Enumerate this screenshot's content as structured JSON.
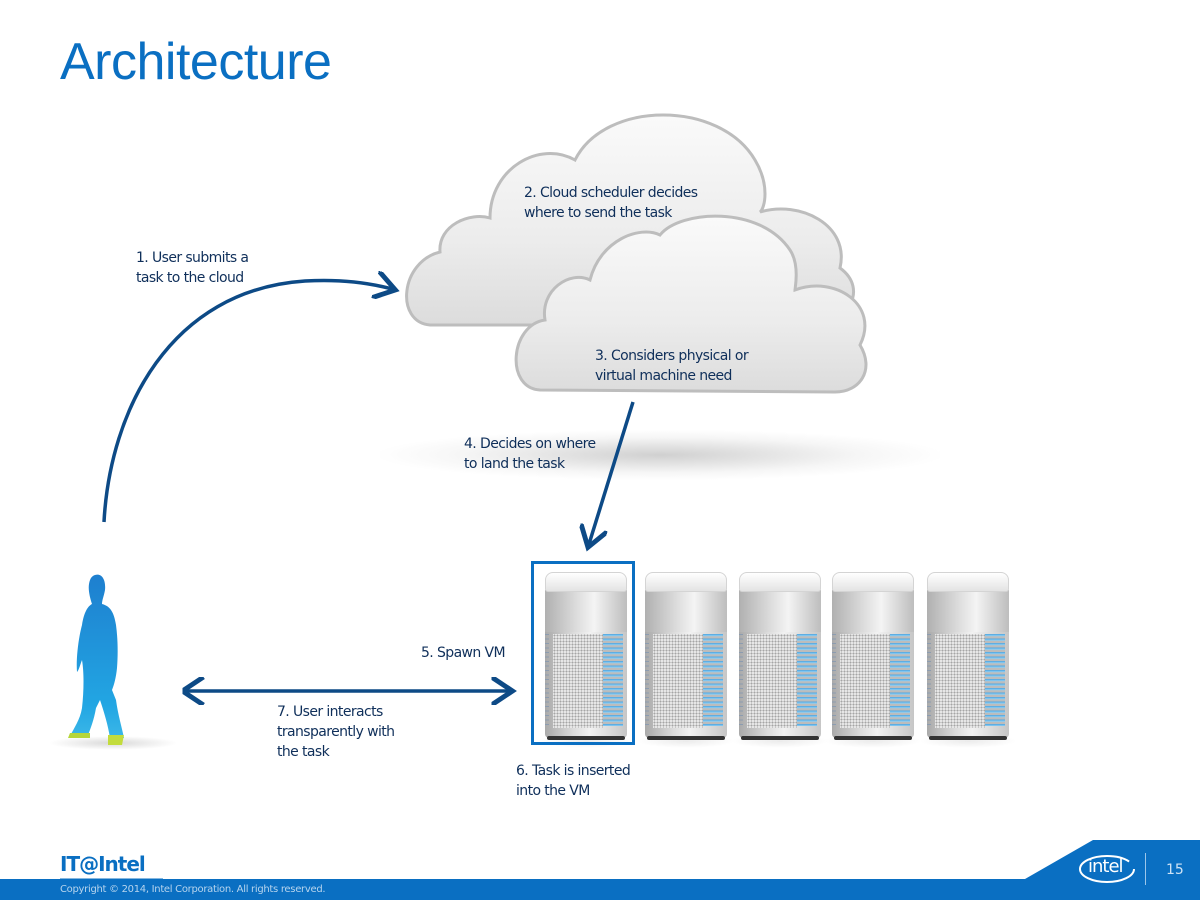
{
  "slide": {
    "title": "Architecture",
    "page_number": "15"
  },
  "steps": [
    {
      "id": 1,
      "text": "1. User submits a\ntask to the cloud"
    },
    {
      "id": 2,
      "text": "2. Cloud scheduler decides\nwhere to send the task"
    },
    {
      "id": 3,
      "text": "3. Considers physical or\nvirtual machine need"
    },
    {
      "id": 4,
      "text": "4. Decides on where\nto land the task"
    },
    {
      "id": 5,
      "text": "5. Spawn VM"
    },
    {
      "id": 6,
      "text": "6. Task is inserted\ninto the VM"
    },
    {
      "id": 7,
      "text": "7. User interacts\ntransparently with\nthe task"
    }
  ],
  "diagram": {
    "nodes": [
      {
        "name": "user",
        "icon": "person-silhouette-icon"
      },
      {
        "name": "cloud-scheduler",
        "icon": "cloud-icon"
      },
      {
        "name": "cloud-resources",
        "icon": "cloud-icon"
      },
      {
        "name": "server-rack",
        "icon": "server-icon",
        "count": 5,
        "selected_index": 0
      }
    ],
    "edges": [
      {
        "from": "user",
        "to": "cloud-scheduler",
        "label_step": 1,
        "direction": "forward"
      },
      {
        "from": "cloud-resources",
        "to": "server-rack",
        "label_step": 4,
        "direction": "forward"
      },
      {
        "from": "user",
        "to": "server-rack",
        "label_step": 7,
        "direction": "both"
      }
    ]
  },
  "footer": {
    "brand": "IT@Intel",
    "copyright": "Copyright © 2014, Intel Corporation. All rights reserved.",
    "logo_text": "intel"
  },
  "colors": {
    "accent": "#0a6fc2",
    "text_dark": "#0f2f5a",
    "arrow": "#0d4a86"
  }
}
